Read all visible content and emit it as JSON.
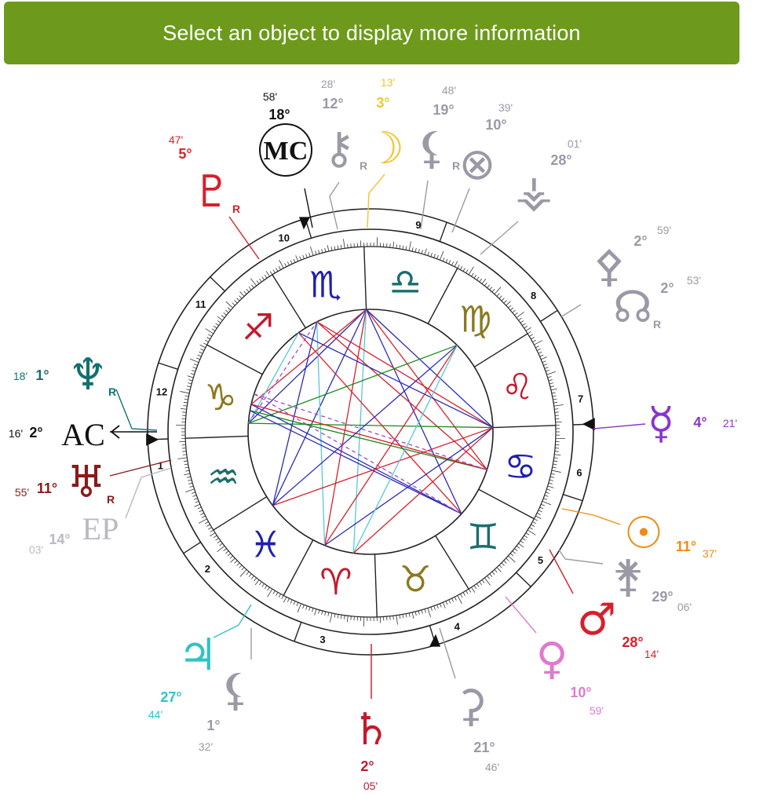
{
  "banner": {
    "text": "Select an object to display more information"
  },
  "chart_data": {
    "type": "natal-chart-wheel",
    "houses": [
      "1",
      "2",
      "3",
      "4",
      "5",
      "6",
      "7",
      "8",
      "9",
      "10",
      "11",
      "12"
    ],
    "signs": [
      {
        "name": "aquarius",
        "symbol": "♒",
        "color": "#1b6e6e"
      },
      {
        "name": "pisces",
        "symbol": "♓",
        "color": "#1f1fb0"
      },
      {
        "name": "aries",
        "symbol": "♈",
        "color": "#c21a2e"
      },
      {
        "name": "taurus",
        "symbol": "♉",
        "color": "#8a7a20"
      },
      {
        "name": "gemini",
        "symbol": "♊",
        "color": "#1b6e6e"
      },
      {
        "name": "cancer",
        "symbol": "♋",
        "color": "#1f1fb0"
      },
      {
        "name": "leo",
        "symbol": "♌",
        "color": "#c21a2e"
      },
      {
        "name": "virgo",
        "symbol": "♍",
        "color": "#8a7a20"
      },
      {
        "name": "libra",
        "symbol": "♎",
        "color": "#1b6e6e"
      },
      {
        "name": "scorpio",
        "symbol": "♏",
        "color": "#1f1fb0"
      },
      {
        "name": "sagittarius",
        "symbol": "♐",
        "color": "#c21a2e"
      },
      {
        "name": "capricorn",
        "symbol": "♑",
        "color": "#8a7a20"
      }
    ],
    "points": [
      {
        "id": "mc",
        "symbol": "MC",
        "deg": "18°",
        "min": "58'",
        "color": "#111111",
        "retro": false
      },
      {
        "id": "chiron",
        "symbol": "⚷",
        "deg": "12°",
        "min": "28'",
        "color": "#9a9aa6",
        "retro": true,
        "retro_label": "R"
      },
      {
        "id": "moon",
        "symbol": "☽",
        "deg": "3°",
        "min": "13'",
        "color": "#f2c431",
        "retro": false
      },
      {
        "id": "lilith",
        "symbol": "⚸",
        "deg": "19°",
        "min": "48'",
        "color": "#9a9aa6",
        "retro": true,
        "retro_label": "R"
      },
      {
        "id": "part-of-fortune",
        "symbol": "⊗",
        "deg": "10°",
        "min": "39'",
        "color": "#9a9aa6",
        "retro": false
      },
      {
        "id": "vesta",
        "symbol": "⚶",
        "deg": "28°",
        "min": "01'",
        "color": "#9a9aa6",
        "retro": false
      },
      {
        "id": "pallas",
        "symbol": "⚴",
        "deg": "2°",
        "min": "59'",
        "color": "#9a9aa6",
        "retro": false
      },
      {
        "id": "north-node",
        "symbol": "☊",
        "deg": "2°",
        "min": "53'",
        "color": "#9a9aa6",
        "retro": true,
        "retro_label": "R"
      },
      {
        "id": "mercury",
        "symbol": "☿",
        "deg": "4°",
        "min": "21'",
        "color": "#8a35cc",
        "retro": false
      },
      {
        "id": "sun",
        "symbol": "☉",
        "deg": "11°",
        "min": "37'",
        "color": "#f08c16",
        "retro": false
      },
      {
        "id": "juno",
        "symbol": "⚵",
        "deg": "29°",
        "min": "06'",
        "color": "#9a9aa6",
        "retro": false
      },
      {
        "id": "mars",
        "symbol": "♂",
        "deg": "28°",
        "min": "14'",
        "color": "#d6202c",
        "retro": false
      },
      {
        "id": "venus",
        "symbol": "♀",
        "deg": "10°",
        "min": "59'",
        "color": "#e07ad0",
        "retro": false
      },
      {
        "id": "ceres",
        "symbol": "⚳",
        "deg": "21°",
        "min": "46'",
        "color": "#9a9aa6",
        "retro": false
      },
      {
        "id": "saturn",
        "symbol": "♄",
        "deg": "2°",
        "min": "05'",
        "color": "#c21a2e",
        "retro": false
      },
      {
        "id": "lilith-2",
        "symbol": "⚸",
        "deg": "1°",
        "min": "32'",
        "color": "#9a9aa6",
        "retro": false
      },
      {
        "id": "jupiter",
        "symbol": "♃",
        "deg": "27°",
        "min": "44'",
        "color": "#2ec4c4",
        "retro": false
      },
      {
        "id": "ep",
        "symbol": "EP",
        "deg": "14°",
        "min": "03'",
        "color": "#b9b9c2",
        "retro": false
      },
      {
        "id": "uranus",
        "symbol": "♅",
        "deg": "11°",
        "min": "55'",
        "color": "#8b1a1a",
        "retro": true,
        "retro_label": "R"
      },
      {
        "id": "ac",
        "symbol": "AC",
        "deg": "2°",
        "min": "16'",
        "color": "#111111",
        "retro": false
      },
      {
        "id": "neptune",
        "symbol": "♆",
        "deg": "1°",
        "min": "18'",
        "color": "#147070",
        "retro": true,
        "retro_label": "R"
      },
      {
        "id": "pluto",
        "symbol": "♇",
        "deg": "5°",
        "min": "47'",
        "color": "#d6202c",
        "retro": true,
        "retro_label": "R"
      }
    ],
    "aspect_colors": {
      "red": "#d6202c",
      "blue": "#2a2ab8",
      "green": "#1a8a1a",
      "lightblue": "#58c8d8",
      "purple": "#a04ac8"
    }
  }
}
